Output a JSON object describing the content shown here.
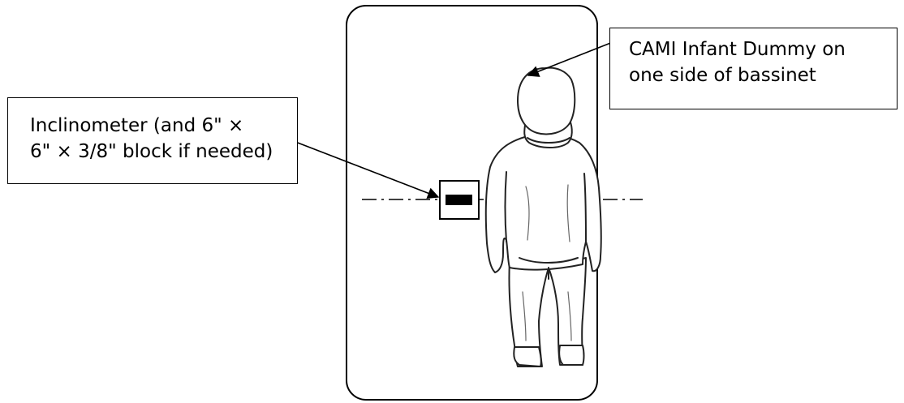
{
  "callouts": {
    "dummy": {
      "line1": "CAMI Infant Dummy on",
      "line2": "one side of bassinet"
    },
    "inclinometer": {
      "line1": "Inclinometer (and 6\" ×",
      "line2": "6\" × 3/8\" block if needed)"
    }
  }
}
